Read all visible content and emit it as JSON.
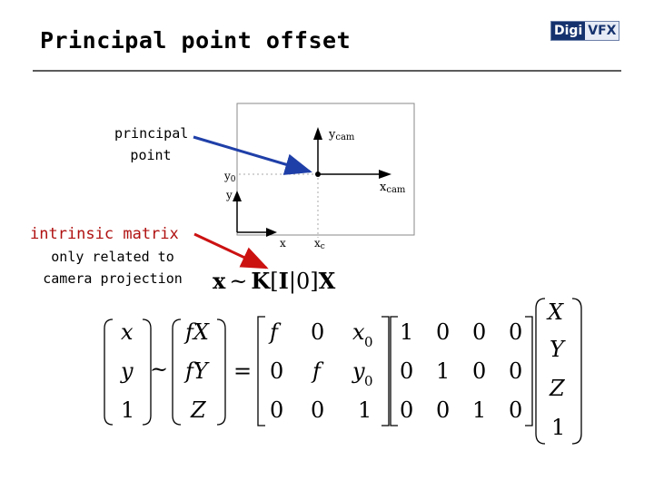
{
  "header": {
    "title": "Principal point offset",
    "logo_part1": "Digi",
    "logo_part2": "VFX"
  },
  "labels": {
    "principal_point": [
      "principal",
      "point"
    ],
    "intrinsic_matrix": "intrinsic matrix",
    "only_related": [
      "only related to",
      "camera projection"
    ]
  },
  "diagram": {
    "y_cam": "y",
    "y_cam_sub": "cam",
    "x_cam": "x",
    "x_cam_sub": "cam",
    "y0": "y",
    "y0_sub": "0",
    "y_axis": "y",
    "x_axis": "x",
    "xc": "x",
    "xc_sub": "c"
  },
  "equation_compact": {
    "lhs": "x",
    "rel": "~",
    "K": "K",
    "I": "I",
    "zero": "0",
    "X": "X"
  },
  "equation_full": {
    "lhs_vector": [
      "x",
      "y",
      "1"
    ],
    "rel1": "~",
    "mid_vector": [
      "fX",
      "fY",
      "Z"
    ],
    "rel2": "=",
    "K_matrix": [
      [
        "f",
        "0",
        "x"
      ],
      [
        "0",
        "f",
        "y"
      ],
      [
        "0",
        "0",
        "1"
      ]
    ],
    "K_subscripts": [
      "0",
      "0"
    ],
    "proj_matrix": [
      [
        "1",
        "0",
        "0",
        "0"
      ],
      [
        "0",
        "1",
        "0",
        "0"
      ],
      [
        "0",
        "0",
        "1",
        "0"
      ]
    ],
    "world_vector": [
      "X",
      "Y",
      "Z",
      "1"
    ]
  },
  "colors": {
    "arrow_blue": "#1f3fa8",
    "arrow_red": "#cc1111",
    "label_red": "#b01010",
    "logo_dark": "#16326e"
  }
}
